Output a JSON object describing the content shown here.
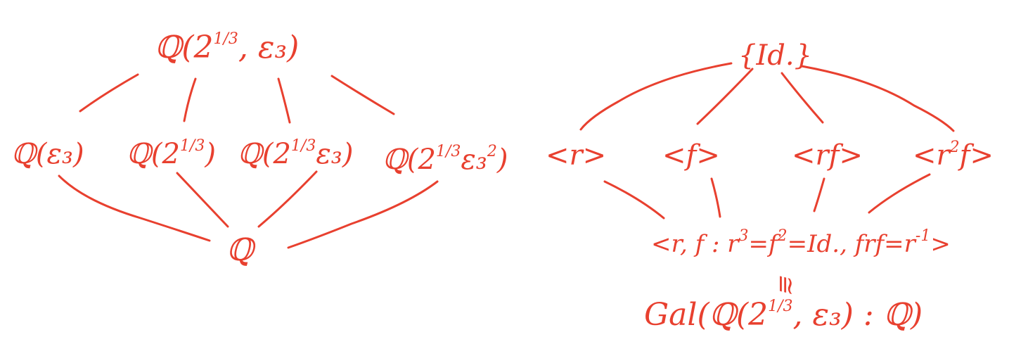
{
  "field_lattice": {
    "top": {
      "base": "ℚ(2",
      "exp": "1/3",
      "tail": ", ε₃)"
    },
    "middle": [
      {
        "base": "ℚ(ε₃)",
        "exp": "",
        "tail": ""
      },
      {
        "base": "ℚ(2",
        "exp": "1/3",
        "tail": ")"
      },
      {
        "base": "ℚ(2",
        "exp": "1/3",
        "tail": "ε₃)"
      },
      {
        "base": "ℚ(2",
        "exp": "1/3",
        "tail": "ε₃",
        "exp2": "2",
        "tail2": ")"
      }
    ],
    "bottom": "ℚ"
  },
  "group_lattice": {
    "top": "{Id.}",
    "middle": [
      {
        "text": "<r>"
      },
      {
        "text": "<f>"
      },
      {
        "text": "<rf>"
      },
      {
        "pre": "<r",
        "exp": "2",
        "post": "f>"
      }
    ],
    "bottom": {
      "p1": "<r, f : r",
      "e1": "3",
      "p2": "=f",
      "e2": "2",
      "p3": "=Id., frf=r",
      "e3": "-1",
      "p4": ">"
    },
    "iso": "≅",
    "gal": {
      "pre": "Gal(ℚ(2",
      "exp": "1/3",
      "post": ", ε₃) : ℚ)"
    }
  },
  "colors": {
    "ink": "#e8402f"
  }
}
